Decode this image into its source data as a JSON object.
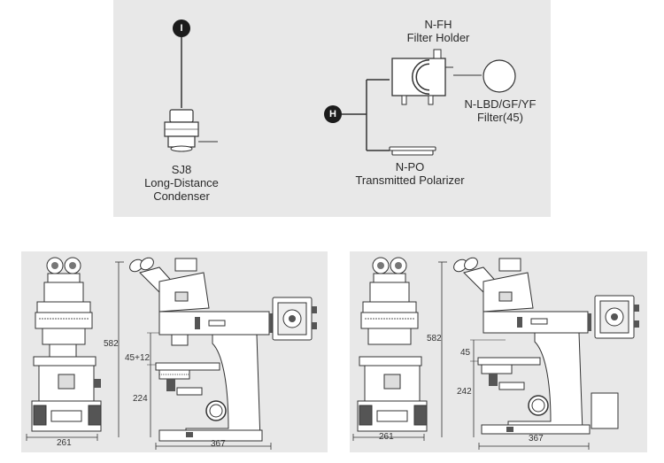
{
  "accessories": {
    "condenser": {
      "badge": "I",
      "model": "SJ8",
      "name_line1": "Long-Distance",
      "name_line2": "Condenser"
    },
    "group_badge": "H",
    "filter_holder": {
      "model": "N-FH",
      "name": "Filter Holder"
    },
    "filter": {
      "model": "N-LBD/GF/YF",
      "name": "Filter(45)"
    },
    "polarizer": {
      "model": "N-PO",
      "name": "Transmitted Polarizer"
    }
  },
  "dimensions": {
    "left_panel": {
      "height_total": "582",
      "height_upper": "45+12",
      "height_stage": "224",
      "width_front": "261",
      "width_side": "367"
    },
    "right_panel": {
      "height_total": "582",
      "height_upper": "45",
      "height_stage": "242",
      "width_front": "261",
      "width_side": "367"
    }
  },
  "colors": {
    "panel_bg": "#e8e8e8",
    "line": "#333333",
    "badge": "#1c1c1c"
  }
}
